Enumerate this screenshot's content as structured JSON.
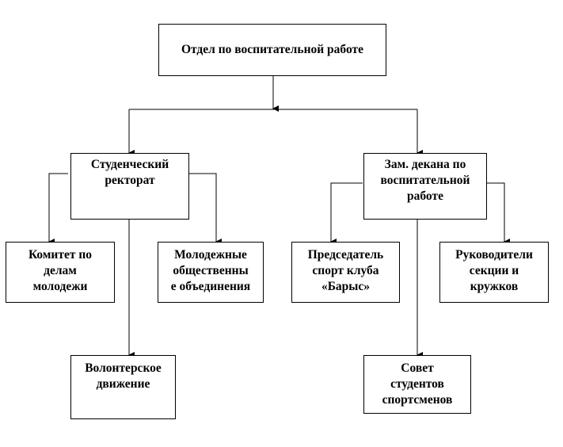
{
  "diagram": {
    "type": "org-chart",
    "nodes": {
      "root": {
        "lines": [
          "Отдел по воспитательной работе"
        ]
      },
      "student_rectorate": {
        "lines": [
          "Студенческий",
          "ректорат"
        ]
      },
      "deputy_dean": {
        "lines": [
          "Зам. декана по",
          "воспитательной",
          "работе"
        ]
      },
      "youth_committee": {
        "lines": [
          "Комитет по",
          "делам",
          "молодежи"
        ]
      },
      "youth_associations": {
        "lines": [
          "Молодежные",
          "общественны",
          "е объединения"
        ]
      },
      "volunteer": {
        "lines": [
          "Волонтерское",
          "движение"
        ]
      },
      "sport_club_chair": {
        "lines": [
          "Председатель",
          "спорт клуба",
          "«Барыс»"
        ]
      },
      "section_leaders": {
        "lines": [
          "Руководители",
          "секции и",
          "кружков"
        ]
      },
      "athletes_council": {
        "lines": [
          "Совет",
          "студентов",
          "спортсменов"
        ]
      }
    },
    "edges": [
      [
        "root",
        "student_rectorate"
      ],
      [
        "root",
        "deputy_dean"
      ],
      [
        "student_rectorate",
        "youth_committee"
      ],
      [
        "student_rectorate",
        "youth_associations"
      ],
      [
        "student_rectorate",
        "volunteer"
      ],
      [
        "deputy_dean",
        "sport_club_chair"
      ],
      [
        "deputy_dean",
        "section_leaders"
      ],
      [
        "deputy_dean",
        "athletes_council"
      ]
    ]
  }
}
